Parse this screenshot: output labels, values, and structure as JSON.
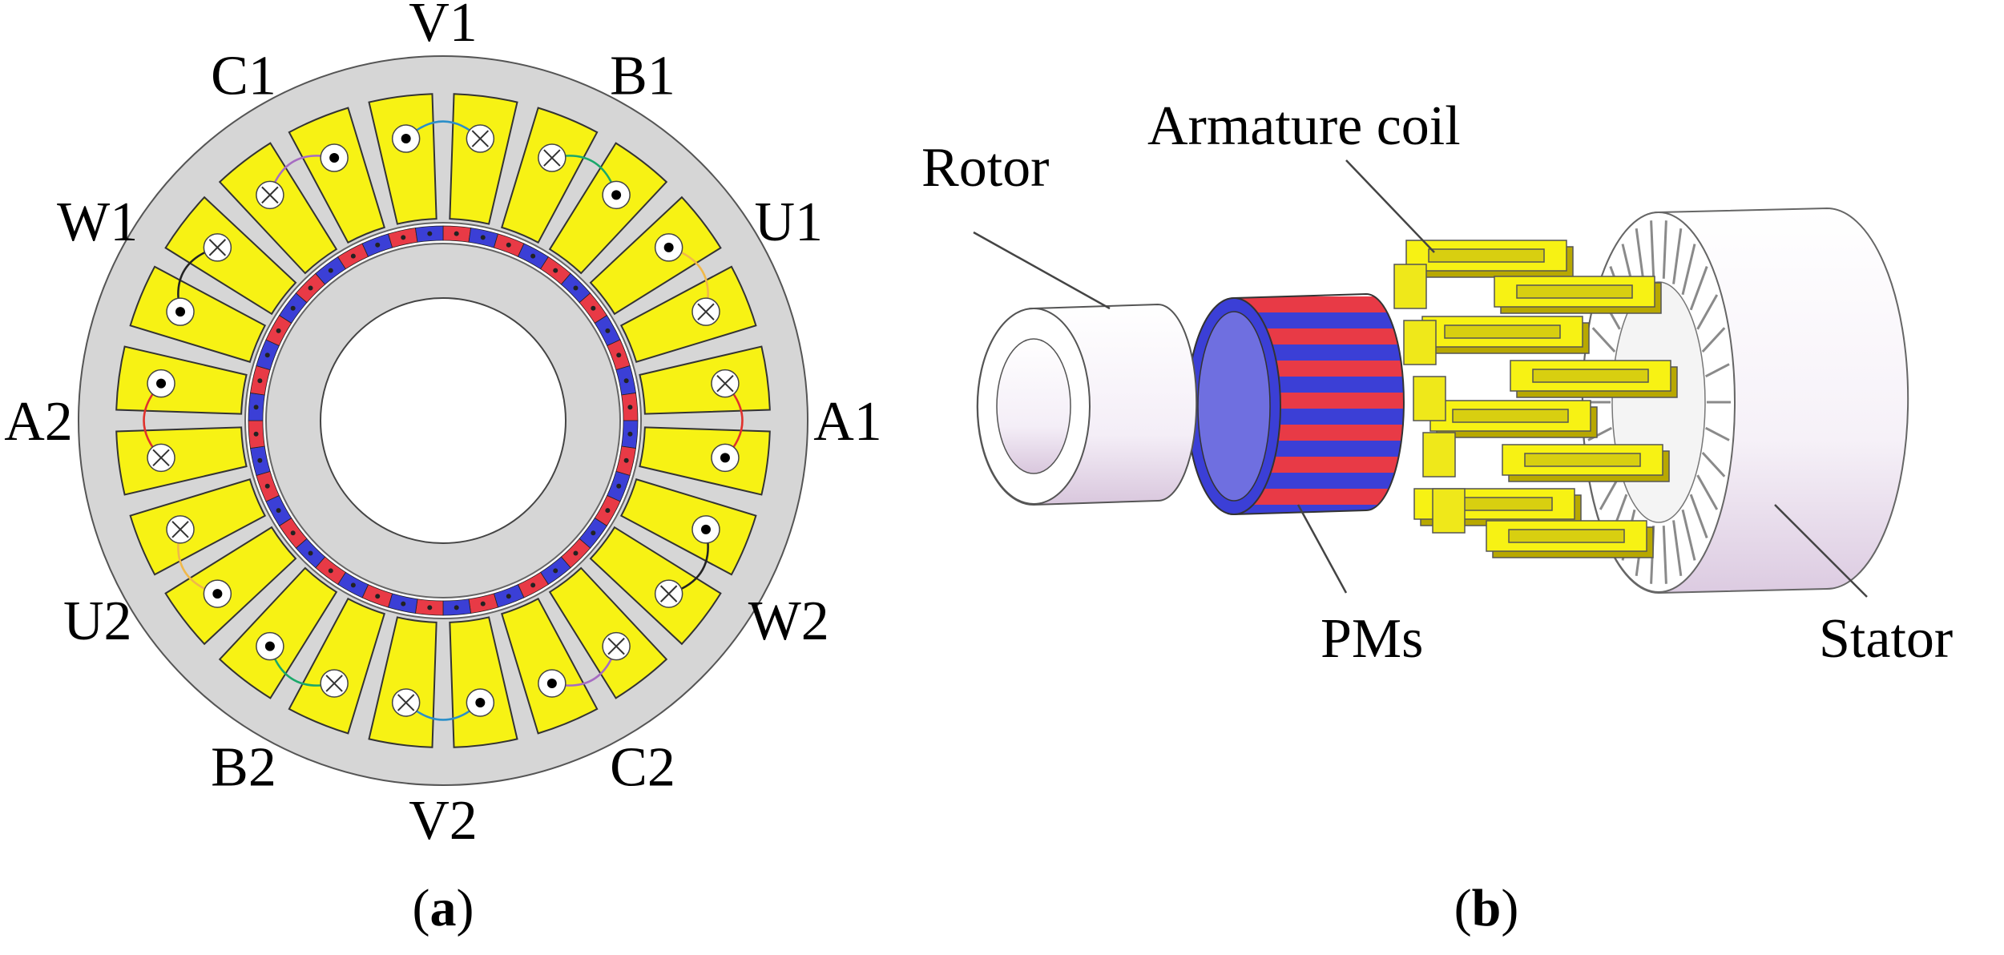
{
  "panel_a": {
    "caption_letter": "a",
    "phase_labels": [
      {
        "id": "V1",
        "text": "V1",
        "angle": 0
      },
      {
        "id": "B1",
        "text": "B1",
        "angle": 30
      },
      {
        "id": "U1",
        "text": "U1",
        "angle": 60
      },
      {
        "id": "A1",
        "text": "A1",
        "angle": 90
      },
      {
        "id": "W2",
        "text": "W2",
        "angle": 120
      },
      {
        "id": "C2",
        "text": "C2",
        "angle": 150
      },
      {
        "id": "V2",
        "text": "V2",
        "angle": 180
      },
      {
        "id": "B2",
        "text": "B2",
        "angle": 210
      },
      {
        "id": "U2",
        "text": "U2",
        "angle": 240
      },
      {
        "id": "A2",
        "text": "A2",
        "angle": 270
      },
      {
        "id": "W1",
        "text": "W1",
        "angle": 300
      },
      {
        "id": "C1",
        "text": "C1",
        "angle": 330
      }
    ],
    "coil_colors": {
      "V": "#2b8fc9",
      "B": "#1aa86a",
      "U": "#f0b84a",
      "A": "#e0312c",
      "W": "#222222",
      "C": "#a66cc2"
    },
    "colors": {
      "stator": "#d6d6d6",
      "slot": "#f7f214",
      "pm_red": "#e83a46",
      "pm_blue": "#3b3fd6"
    }
  },
  "panel_b": {
    "caption_letter": "b",
    "labels": {
      "rotor": "Rotor",
      "armature": "Armature coil",
      "pms": "PMs",
      "stator": "Stator"
    }
  }
}
